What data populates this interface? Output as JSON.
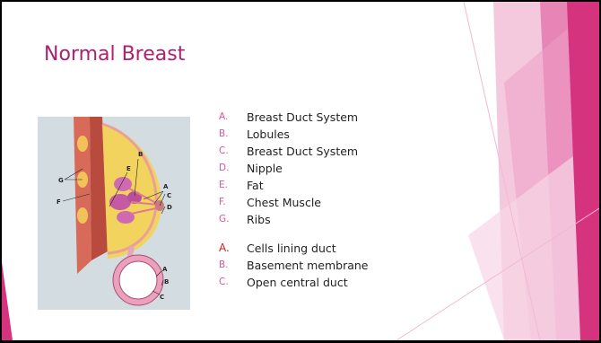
{
  "slide": {
    "title": "Normal Breast",
    "figure_labels": {
      "main": [
        "A",
        "B",
        "C",
        "D",
        "E",
        "F",
        "G"
      ],
      "inset": [
        "A",
        "B",
        "C"
      ]
    },
    "items_main": [
      {
        "marker": "A.",
        "text": "Breast Duct System"
      },
      {
        "marker": "B.",
        "text": "Lobules"
      },
      {
        "marker": "C.",
        "text": "Breast Duct System"
      },
      {
        "marker": "D.",
        "text": "Nipple"
      },
      {
        "marker": "E.",
        "text": "Fat"
      },
      {
        "marker": "F.",
        "text": "Chest Muscle"
      },
      {
        "marker": "G.",
        "text": "Ribs"
      }
    ],
    "items_inset": [
      {
        "marker": "A.",
        "text": "Cells lining duct"
      },
      {
        "marker": "B.",
        "text": "Basement membrane"
      },
      {
        "marker": "C.",
        "text": "Open central duct"
      }
    ]
  },
  "colors": {
    "title": "#b0206e",
    "accent": "#d6337f",
    "marker": "#e0559a",
    "marker_highlight": "#d21f1f"
  }
}
